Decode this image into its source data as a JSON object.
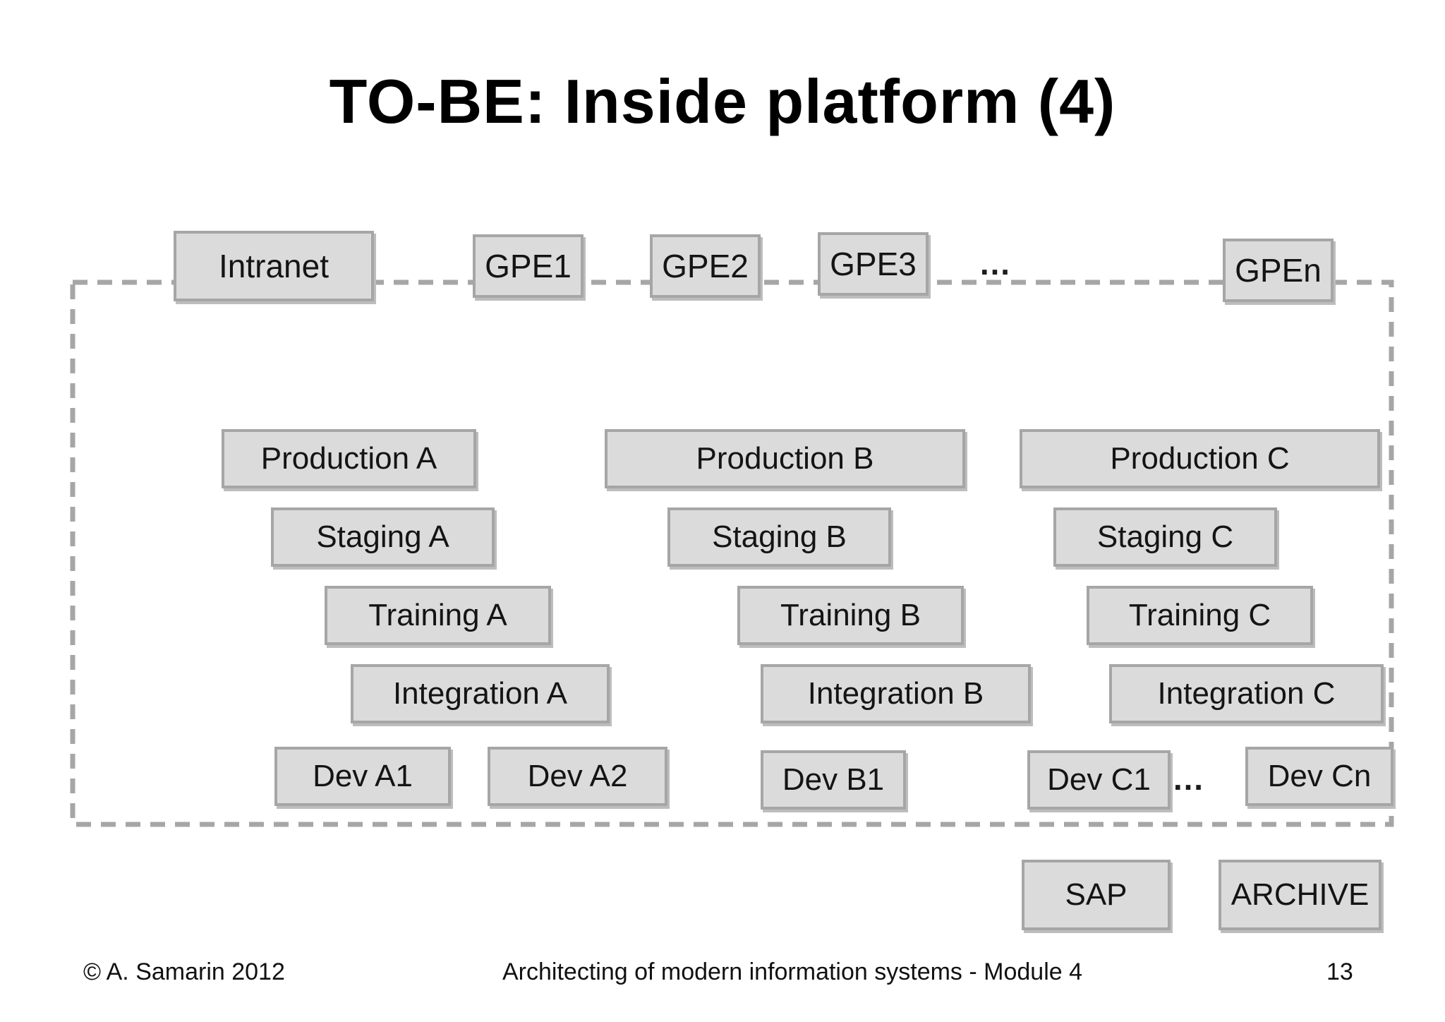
{
  "slide": {
    "title": "TO-BE: Inside platform (4)",
    "footer": {
      "copyright": "© A. Samarin 2012",
      "center_text": "Architecting of modern information systems - Module 4",
      "page_number": "13"
    }
  },
  "colors": {
    "background": "#ffffff",
    "box_fill": "#dbdbdb",
    "box_border": "#a6a6a6",
    "dashed_boundary": "#a6a6a6",
    "text": "#141414",
    "title_text": "#000000"
  },
  "diagram": {
    "top_row": {
      "intranet": "Intranet",
      "gpe1": "GPE1",
      "gpe2": "GPE2",
      "gpe3": "GPE3",
      "ellipsis": "…",
      "gpen": "GPEn"
    },
    "column_a": {
      "production": "Production A",
      "staging": "Staging A",
      "training": "Training A",
      "integration": "Integration A",
      "dev1": "Dev A1",
      "dev2": "Dev A2"
    },
    "column_b": {
      "production": "Production B",
      "staging": "Staging B",
      "training": "Training B",
      "integration": "Integration B",
      "dev1": "Dev B1"
    },
    "column_c": {
      "production": "Production C",
      "staging": "Staging C",
      "training": "Training C",
      "integration": "Integration C",
      "dev1": "Dev C1",
      "ellipsis": "…",
      "devn": "Dev Cn"
    },
    "bottom_row": {
      "sap": "SAP",
      "archive": "ARCHIVE"
    }
  }
}
